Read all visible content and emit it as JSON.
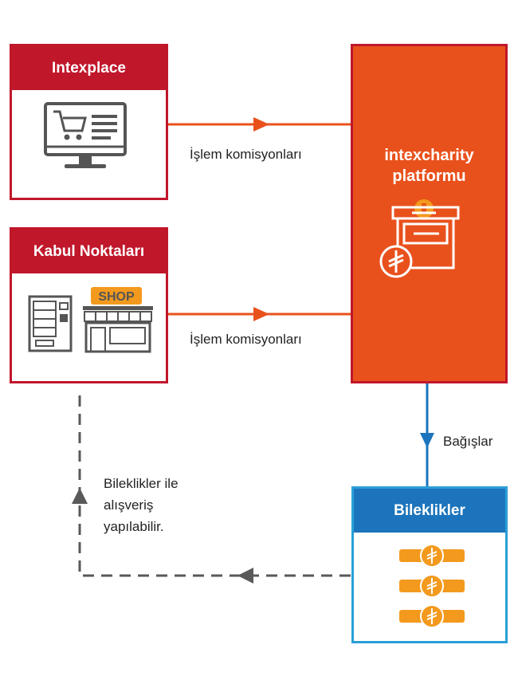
{
  "intexplace": {
    "title": "Intexplace",
    "icon": "shopping-monitor-icon"
  },
  "kabul": {
    "title": "Kabul Noktaları",
    "shop_sign": "SHOP",
    "icons": [
      "vending-machine-icon",
      "shop-storefront-icon"
    ]
  },
  "platform": {
    "title_line1": "intexcharity",
    "title_line2": "platformu",
    "icon": "donation-box-icon"
  },
  "bileklikler": {
    "title": "Bileklikler",
    "icon": "wristband-icon"
  },
  "labels": {
    "commission1": "İşlem komisyonları",
    "commission2": "İşlem komisyonları",
    "donations": "Bağışlar",
    "shopping_line1": "Bileklikler ile",
    "shopping_line2": "alışveriş",
    "shopping_line3": "yapılabilir."
  },
  "colors": {
    "red": "#c0172b",
    "orange": "#e9511c",
    "blue": "#1c75bc",
    "light_blue": "#2a9fd8",
    "gold": "#f39a1e",
    "gray": "#595959"
  }
}
